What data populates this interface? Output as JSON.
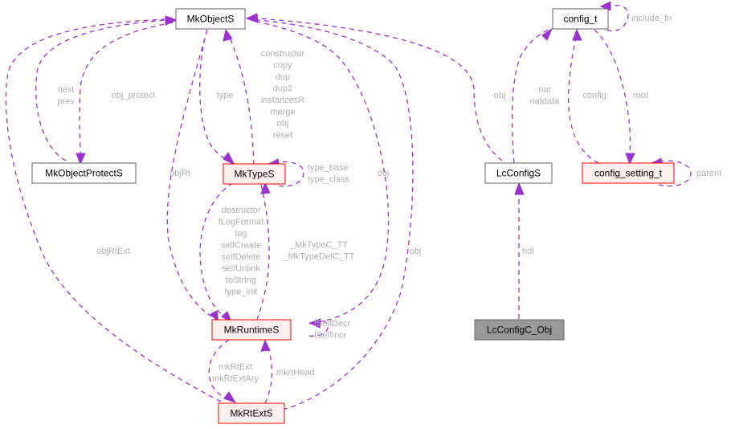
{
  "colors": {
    "edge": "#9a32cd",
    "edge_label": "#b0b0b0",
    "node_normal_border": "#666666",
    "node_red_border": "#ff0000",
    "node_red_fill": "#fff0f0",
    "node_focus_fill": "#999999"
  },
  "nodes": {
    "mkobjects": "MkObjectS",
    "mkobjectprotects": "MkObjectProtectS",
    "mktypes": "MkTypeS",
    "mkruntimes": "MkRuntimeS",
    "mkrtexts": "MkRtExtS",
    "config_t": "config_t",
    "lcconfigs": "LcConfigS",
    "config_setting_t": "config_setting_t",
    "lcconfigc_obj": "LcConfigC_Obj"
  },
  "edge_labels": {
    "next_prev": [
      "next",
      "prev"
    ],
    "obj_protect": [
      "obj_protect"
    ],
    "type": [
      "type"
    ],
    "objRt": [
      "objRt"
    ],
    "objRtExt": [
      "objRtExt"
    ],
    "types_to_objects": [
      "constructor",
      "copy",
      "dup",
      "dup2",
      "instancesR",
      "merge",
      "obj",
      "reset"
    ],
    "type_self": [
      "type_base",
      "type_class"
    ],
    "runtime_to_types": [
      "destructor",
      "fLogFormat",
      "log",
      "selfCreate",
      "selfDelete",
      "selfUnlink",
      "toString",
      "type_init"
    ],
    "types_to_runtime": [
      "_MkTypeC_TT",
      "_MkTypeDefC_TT"
    ],
    "obj_runtime": [
      "obj"
    ],
    "obj_rtext": [
      "obj"
    ],
    "runtime_self": [
      "fSelfDecr",
      "fSelfIncr"
    ],
    "rtext_to_runtime": [
      "mkRtExt",
      "mkRtExtAry"
    ],
    "mkrtHead": [
      "mkrtHead"
    ],
    "lcconfig_obj": [
      "obj"
    ],
    "nat": [
      "nat",
      "natdata"
    ],
    "config": [
      "config"
    ],
    "root": [
      "root"
    ],
    "include_fn": [
      "include_fn"
    ],
    "parent": [
      "parent"
    ],
    "hdl": [
      "hdl"
    ]
  }
}
